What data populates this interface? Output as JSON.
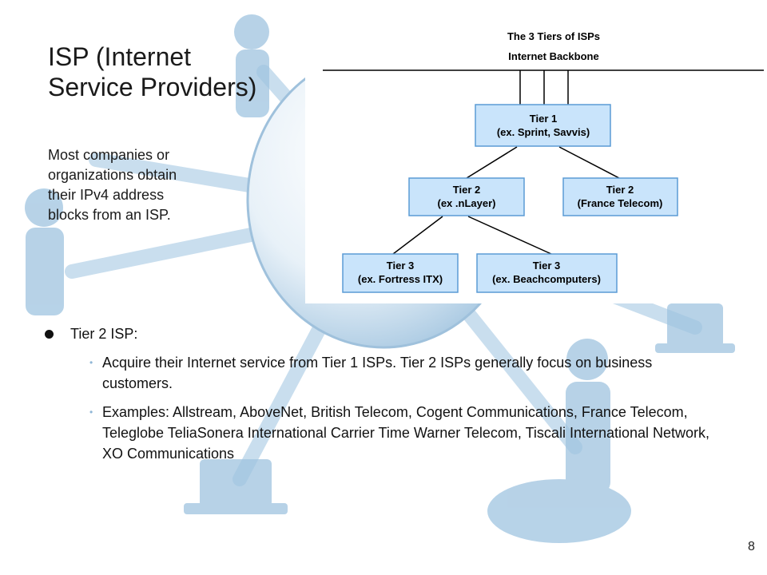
{
  "colors": {
    "box_fill": "#c9e4fb",
    "box_stroke": "#5b9bd5",
    "line": "#000000",
    "accent": "#7fb2dd"
  },
  "title_lines": [
    "ISP (Internet",
    "Service Providers)"
  ],
  "intro_lines": [
    "Most companies or",
    "organizations obtain",
    "their IPv4 address",
    "blocks from an ISP."
  ],
  "diagram": {
    "title": "The 3 Tiers of ISPs",
    "backbone_label": "Internet Backbone",
    "tier1": {
      "name": "Tier 1",
      "example": "(ex. Sprint, Savvis)"
    },
    "tier2a": {
      "name": "Tier 2",
      "example": "(ex .nLayer)"
    },
    "tier2b": {
      "name": "Tier 2",
      "example": "(France Telecom)"
    },
    "tier3a": {
      "name": "Tier 3",
      "example": "(ex. Fortress ITX)"
    },
    "tier3b": {
      "name": "Tier 3",
      "example": "(ex. Beachcomputers)"
    }
  },
  "bullets": {
    "heading": "Tier 2 ISP:",
    "sub": [
      "Acquire their Internet service from Tier 1 ISPs. Tier 2 ISPs generally focus on business customers.",
      "Examples: Allstream, AboveNet, British Telecom, Cogent Communications, France Telecom, Teleglobe TeliaSonera International Carrier Time Warner Telecom, Tiscali International Network, XO Communications"
    ]
  },
  "page_number": "8"
}
